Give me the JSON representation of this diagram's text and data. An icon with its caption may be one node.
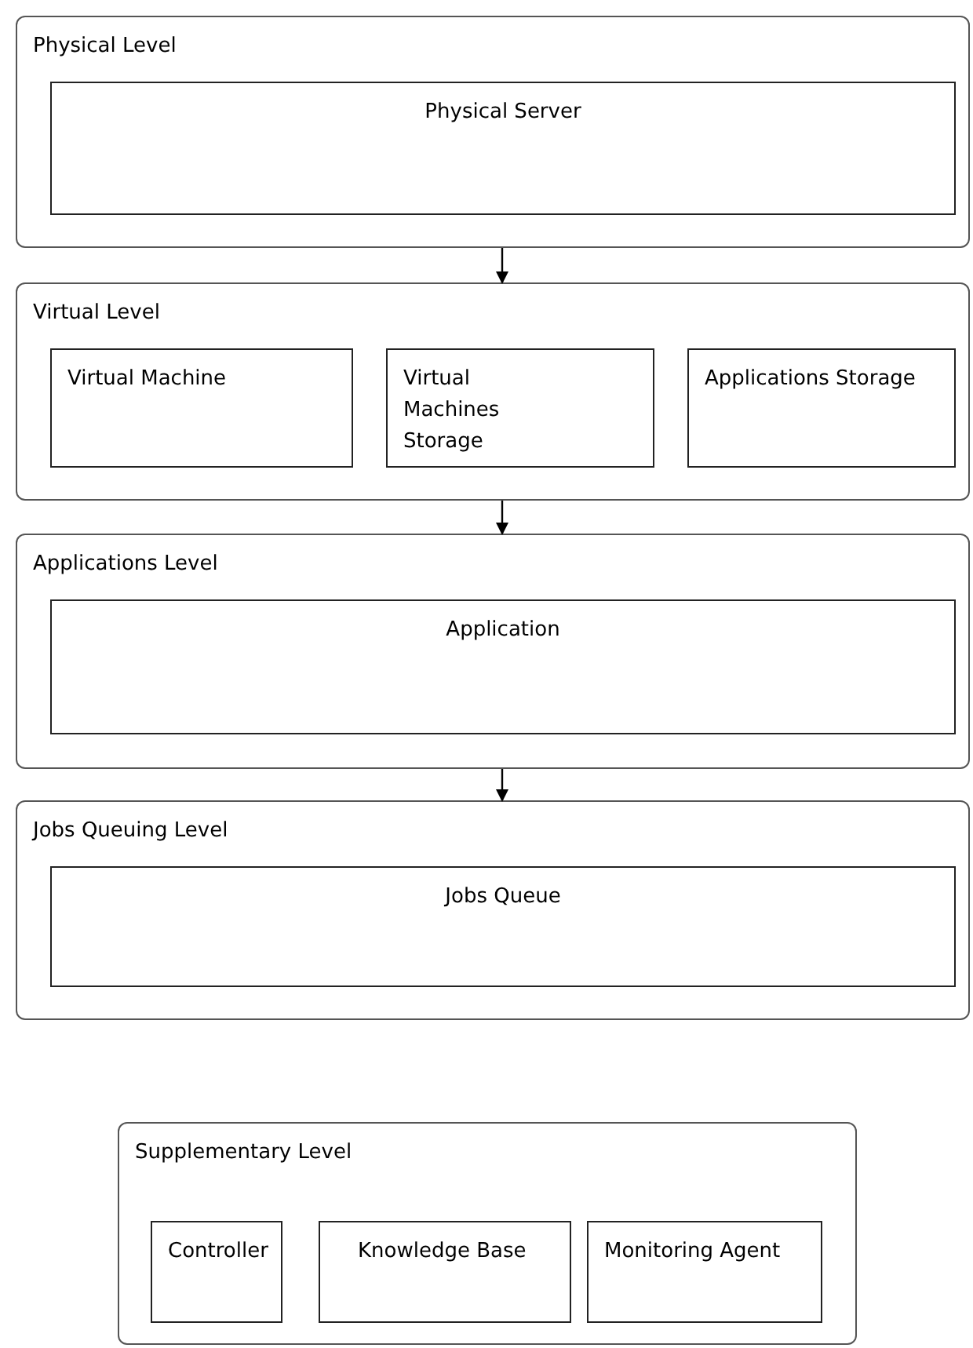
{
  "diagram": {
    "nodes": [
      {
        "text": [
          "Physical Level"
        ]
      },
      {
        "text": [
          "Physical Server"
        ],
        "in": 0
      },
      {
        "text": [
          "Virtual Level"
        ]
      },
      {
        "text": [
          "Virtual Machine"
        ],
        "in": 2
      },
      {
        "text": [
          "Virtual Machines Storage"
        ],
        "in": 2
      },
      {
        "text": [
          "Applications Storage"
        ],
        "in": 2
      },
      {
        "text": [
          "Applications Level"
        ]
      },
      {
        "text": [
          "Application"
        ],
        "in": 6
      },
      {
        "text": [
          "Jobs Queuing Level"
        ]
      },
      {
        "text": [
          "Jobs Queue"
        ],
        "in": 8
      },
      {
        "text": [
          "Supplementary Level"
        ]
      },
      {
        "text": [
          "Controller"
        ],
        "in": 10
      },
      {
        "text": [
          "Knowledge Base"
        ],
        "in": 10
      },
      {
        "text": [
          "Monitoring Agent"
        ],
        "in": 10
      }
    ],
    "edges": [
      {
        "from": 0,
        "to": 2,
        "arrow": "to"
      },
      {
        "from": 2,
        "to": 6,
        "arrow": "to"
      },
      {
        "from": 6,
        "to": 8,
        "arrow": "to"
      }
    ]
  }
}
